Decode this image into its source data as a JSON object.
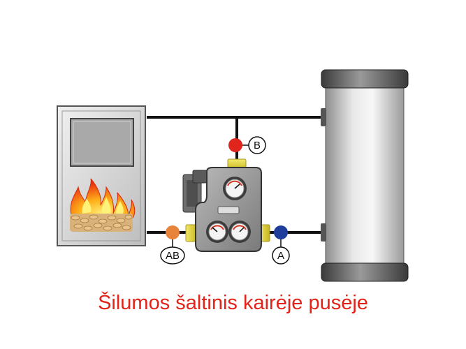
{
  "caption": "Šilumos šaltinis kairėje pusėje",
  "ports": {
    "b": {
      "label": "B",
      "color": "#e0261c"
    },
    "ab": {
      "label": "AB",
      "color": "#e8833a"
    },
    "a": {
      "label": "A",
      "color": "#1f3e9c"
    }
  },
  "components": {
    "heat_source": "pellet-boiler",
    "mixing_unit": "pump-group-with-gauges",
    "storage": "buffer-tank"
  }
}
